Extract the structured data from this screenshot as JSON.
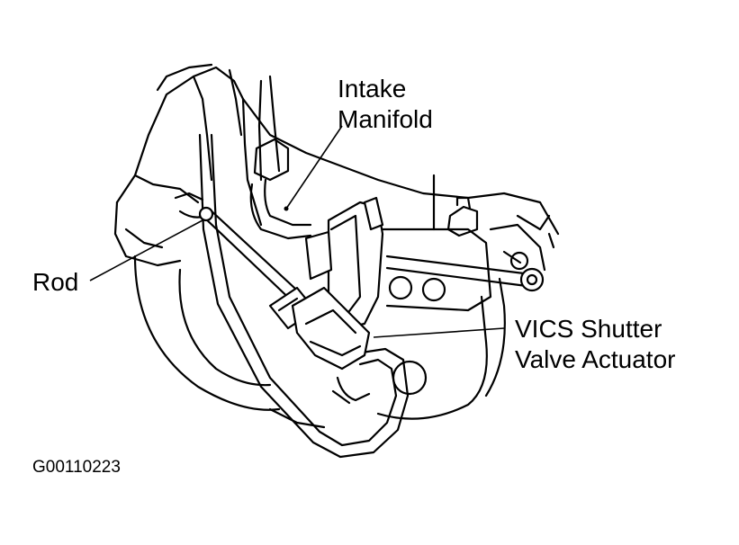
{
  "labels": {
    "intake_line1": "Intake",
    "intake_line2": "Manifold",
    "rod": "Rod",
    "vics_line1": "VICS Shutter",
    "vics_line2": "Valve Actuator"
  },
  "figure_id": "G00110223"
}
